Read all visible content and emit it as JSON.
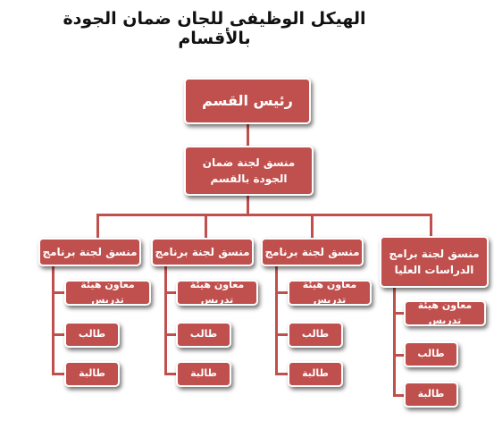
{
  "title": "الهيكل الوظيفى للجان ضمان الجودة بالأقسام",
  "head": {
    "label": "رئيس القسم"
  },
  "coordinator": {
    "line1": "منسق لجنة ضمان",
    "line2": "الجودة بالقسم"
  },
  "branches": [
    {
      "label": "منسق لجنة برامج",
      "label2": "الدراسات العليا",
      "subs": [
        "معاون هيئة تدريس",
        "طالب",
        "طالبة"
      ]
    },
    {
      "label": "منسق لجنة برنامج",
      "subs": [
        "معاون هيئة تدريس",
        "طالب",
        "طالبة"
      ]
    },
    {
      "label": "منسق لجنة برنامج",
      "subs": [
        "معاون هيئة تدريس",
        "طالب",
        "طالبة"
      ]
    },
    {
      "label": "منسق لجنة برنامج",
      "subs": [
        "معاون هيئة تدريس",
        "طالب",
        "طالبة"
      ]
    }
  ],
  "colors": {
    "box": "#c0504d",
    "connector": "#c0504d",
    "text": "#ffffff"
  }
}
